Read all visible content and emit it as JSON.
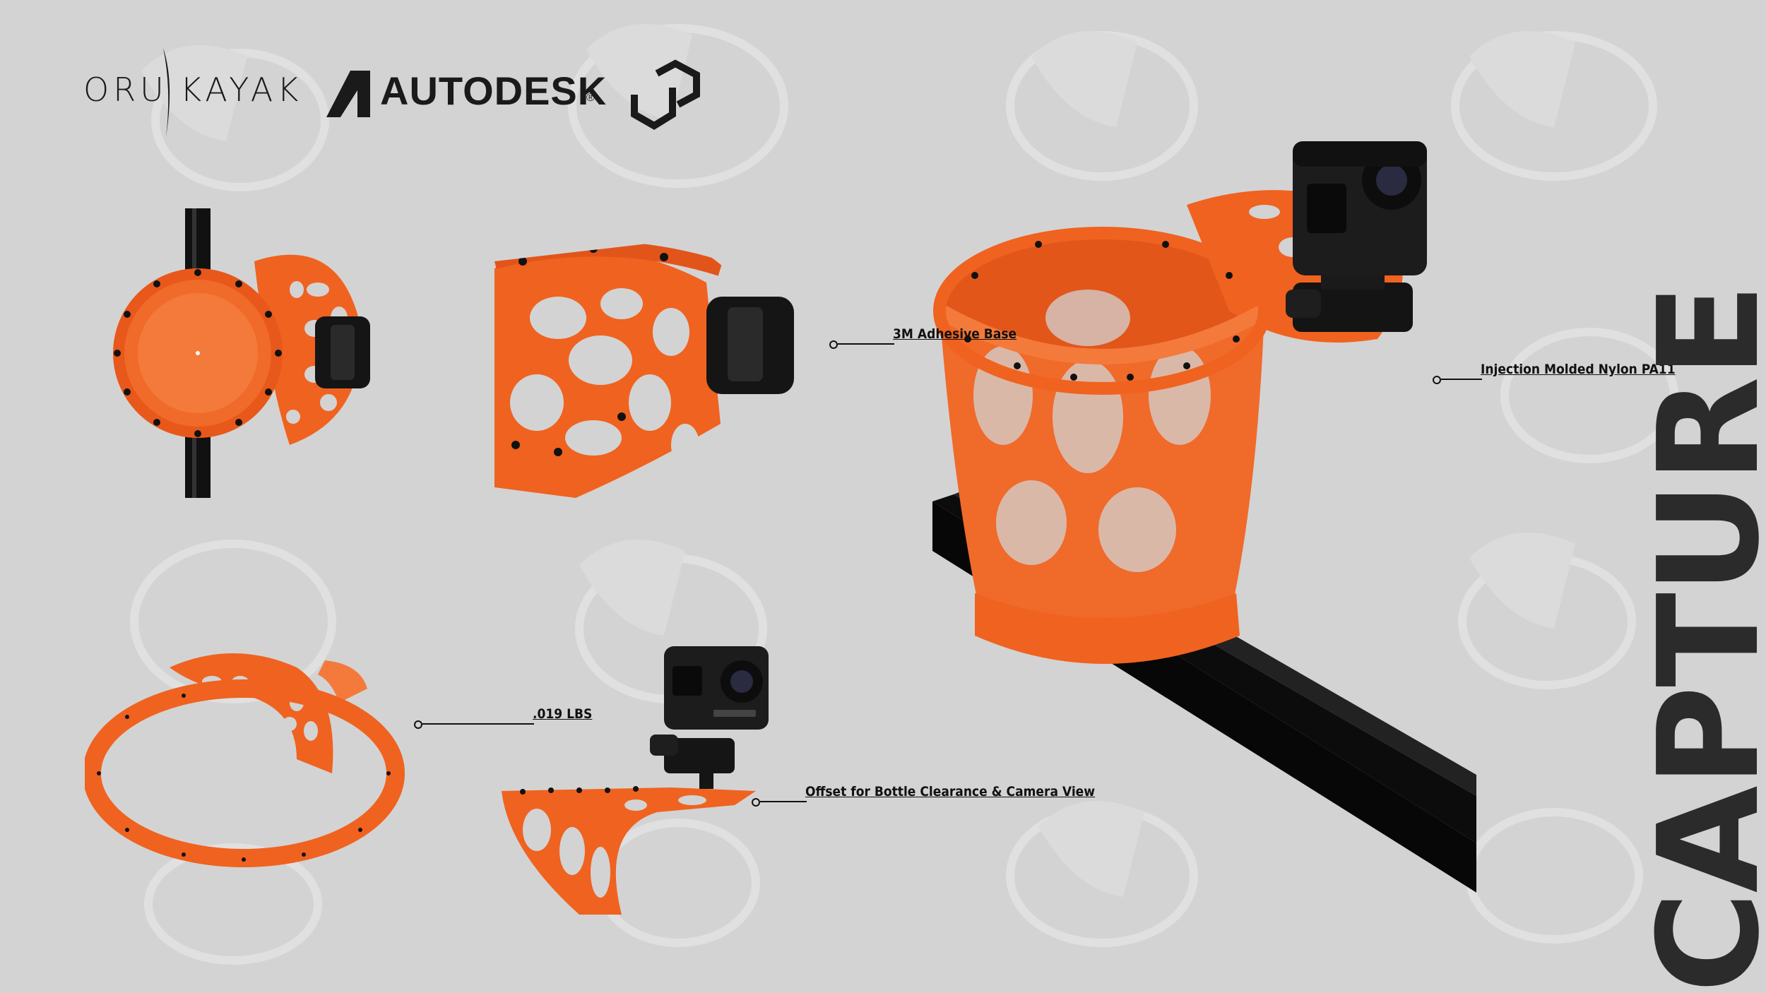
{
  "brand": {
    "oru_left": "ORU",
    "oru_right": "KAYAK",
    "autodesk": "AUTODESK",
    "autodesk_mark": "®"
  },
  "callouts": {
    "adhesive": "3M Adhesive Base",
    "nylon": "Injection Molded Nylon PA11",
    "weight": ".019 LBS",
    "offset": "Offset for Bottle Clearance & Camera View"
  },
  "title": "CAPTURE",
  "icons": [
    "oru-kayak-logo",
    "autodesk-logo",
    "hexagon-logo",
    "camera-icon"
  ],
  "colors": {
    "background": "#d3d3d3",
    "accent_orange": "#f0621f",
    "rail_black": "#111111",
    "text": "#1a1a1a"
  }
}
